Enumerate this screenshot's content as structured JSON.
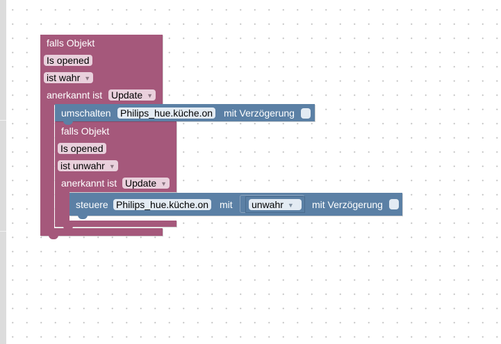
{
  "outer_if": {
    "falls_label": "falls Objekt",
    "object_name": "Is opened",
    "condition": "ist wahr",
    "ack_label": "anerkannt ist",
    "ack_value": "Update"
  },
  "toggle_block": {
    "label": "umschalten",
    "object_id": "Philips_hue.küche.on",
    "delay_label": "mit Verzögerung"
  },
  "inner_if": {
    "falls_label": "falls Objekt",
    "object_name": "Is opened",
    "condition": "ist unwahr",
    "ack_label": "anerkannt ist",
    "ack_value": "Update"
  },
  "control_block": {
    "label": "steuere",
    "object_id": "Philips_hue.küche.on",
    "with_label": "mit",
    "value": "unwahr",
    "delay_label": "mit Verzögerung"
  },
  "icons": {
    "dropdown": "caret-down-icon",
    "checkbox": "checkbox-icon"
  },
  "colors": {
    "logic_block": "#a5587b",
    "action_block": "#5b80a5",
    "field_pink": "#e9d0dc",
    "field_blue": "#e3ebf3"
  }
}
